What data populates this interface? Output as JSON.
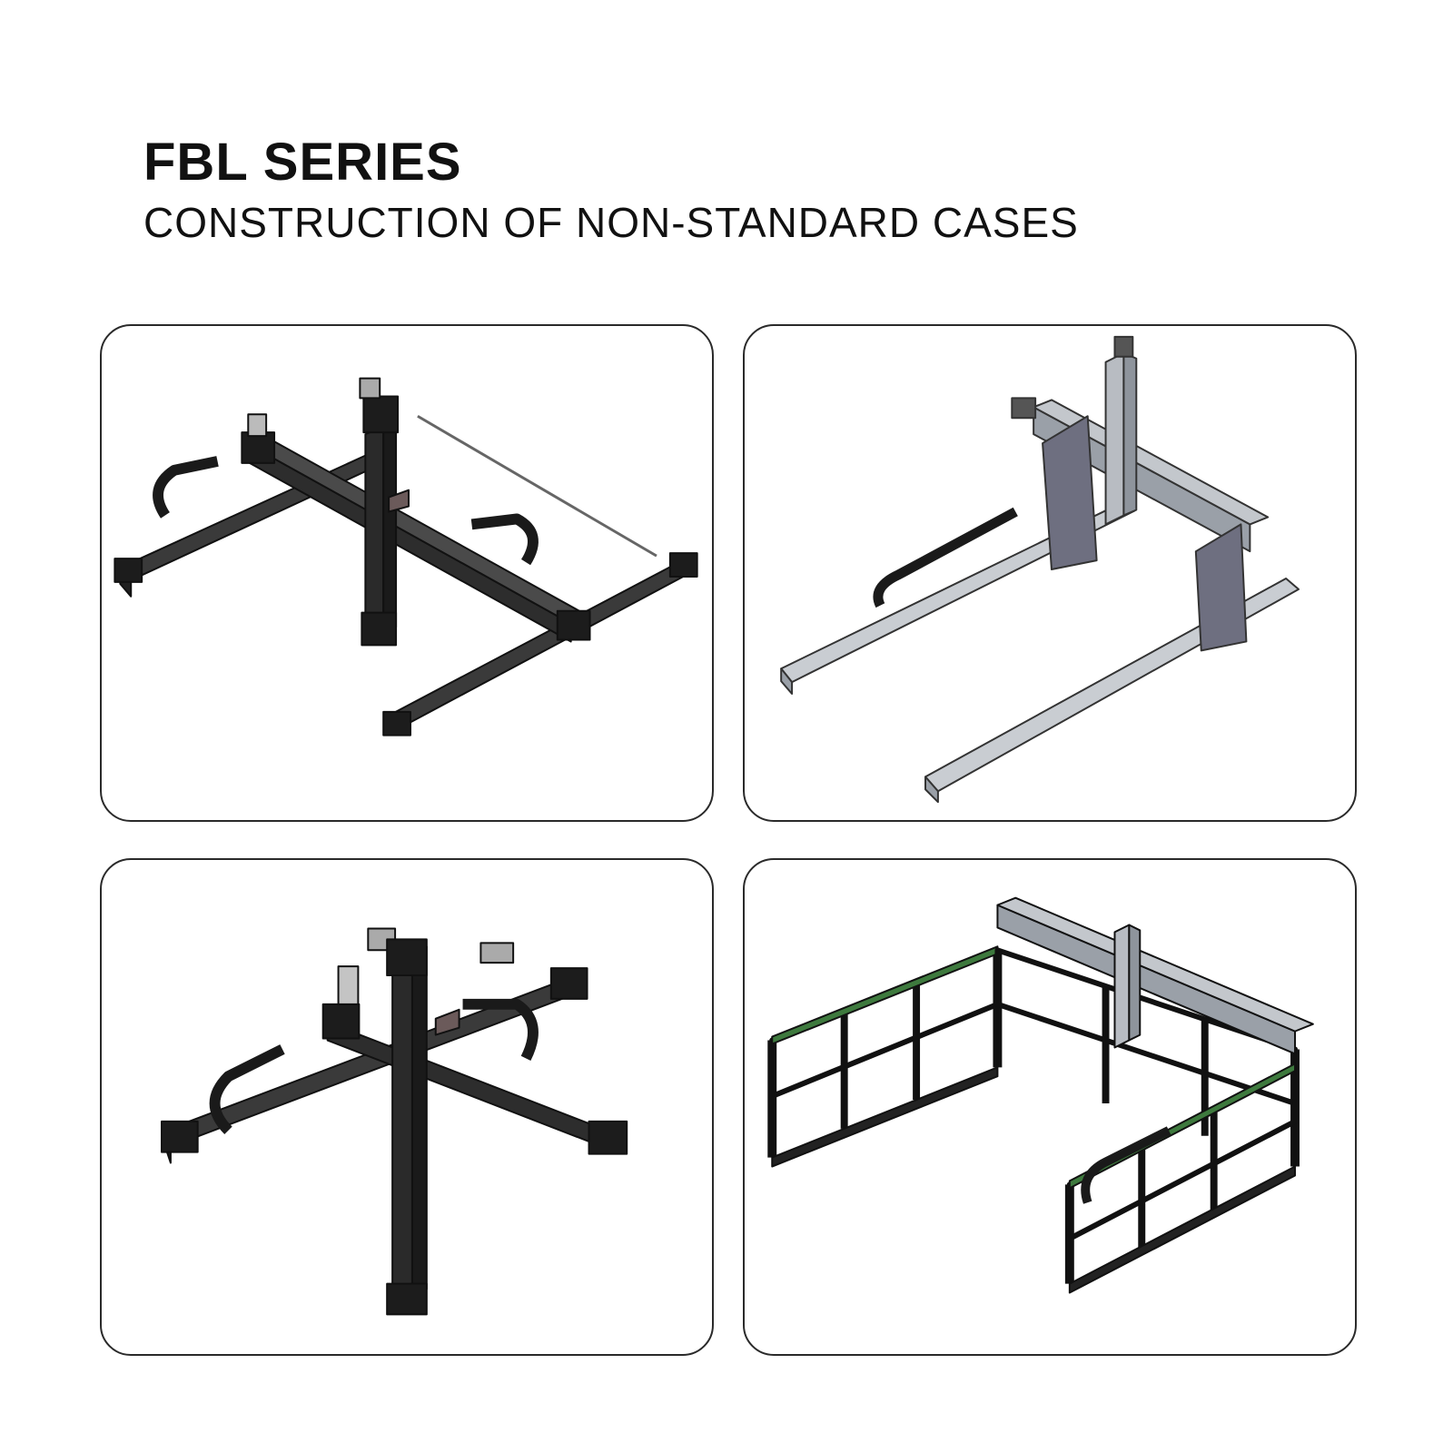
{
  "header": {
    "title": "FBL SERIES",
    "subtitle": "CONSTRUCTION OF NON-STANDARD CASES"
  },
  "cases": [
    {
      "illustration": "xyz-gantry-dual-rail-sync-shaft"
    },
    {
      "illustration": "gantry-with-side-plates-and-vertical-axis"
    },
    {
      "illustration": "cross-xyz-module-with-cable-chains"
    },
    {
      "illustration": "frame-gantry-with-windows"
    }
  ],
  "colors": {
    "outline": "#2a2a2a",
    "module_dark": "#2b2b2b",
    "module_light": "#9aa0a8",
    "plate": "#6e6f80",
    "rail_green": "#3e7a3e"
  }
}
